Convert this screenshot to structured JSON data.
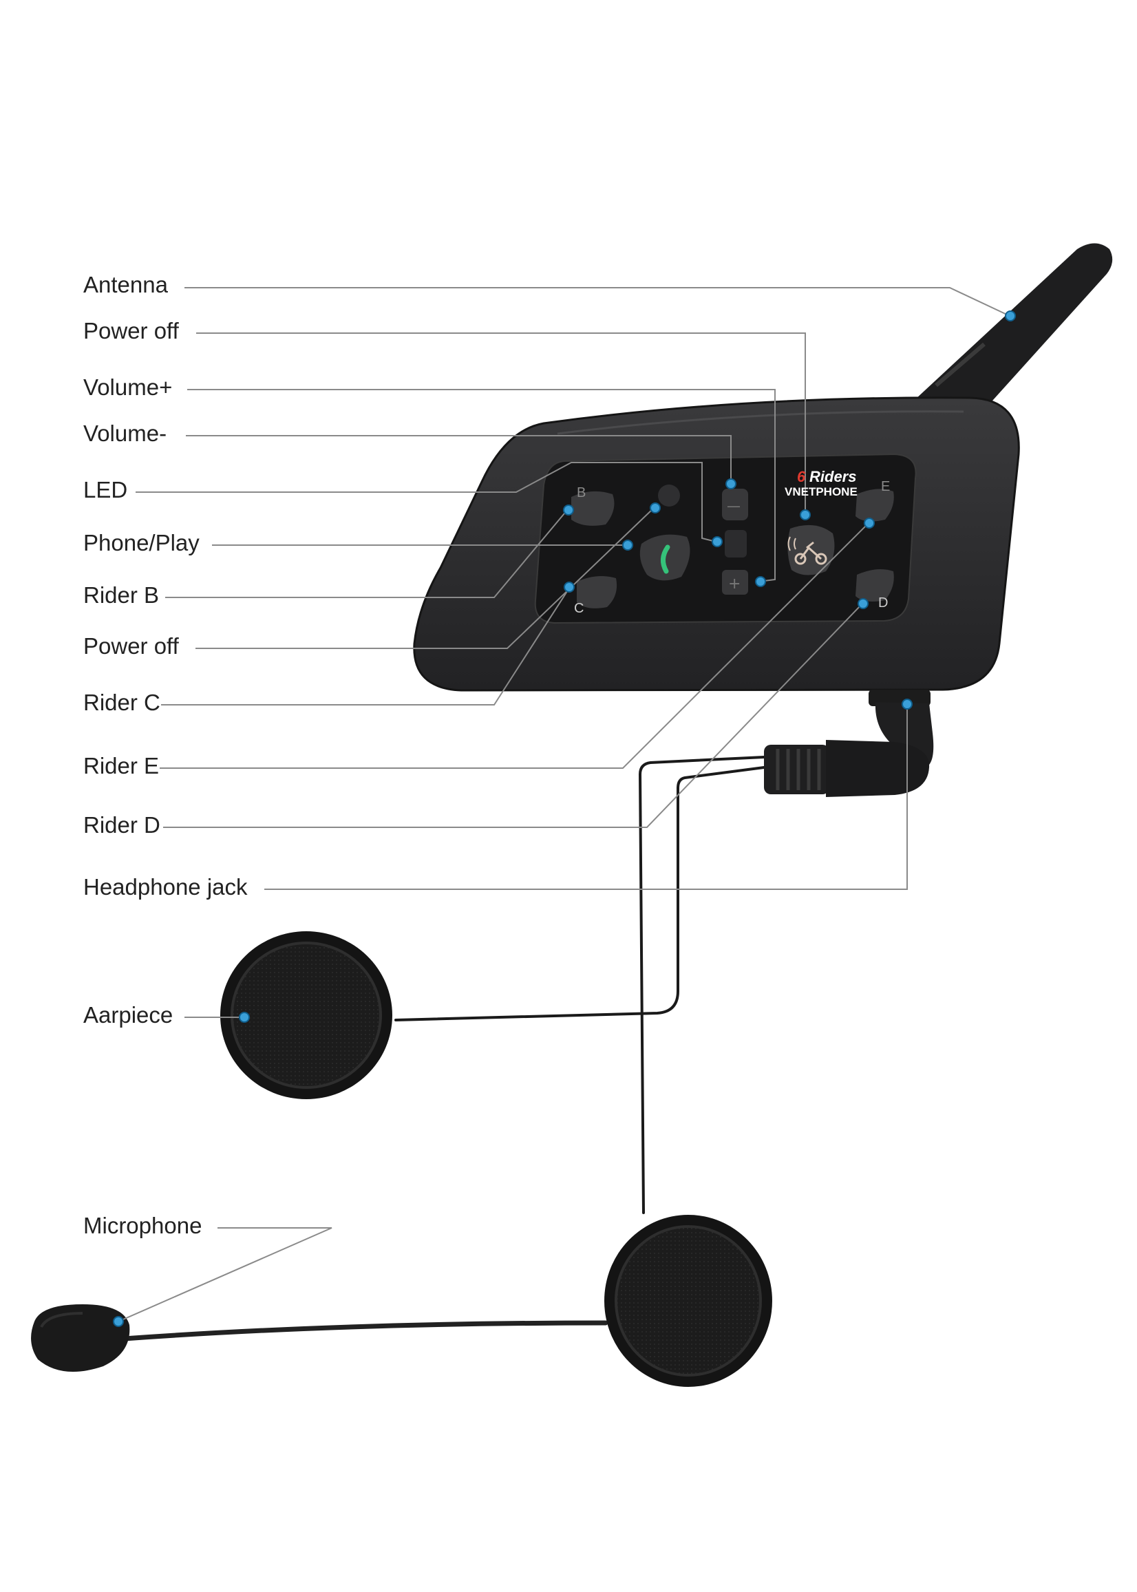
{
  "labels": {
    "antenna": "Antenna",
    "power_off_1": "Power off",
    "volume_plus": "Volume+",
    "volume_minus": "Volume-",
    "led": "LED",
    "phone_play": "Phone/Play",
    "rider_b": "Rider B",
    "power_off_2": "Power off",
    "rider_c": "Rider C",
    "rider_e": "Rider E",
    "rider_d": "Rider D",
    "headphone_jack": "Headphone jack",
    "earpiece": "Aarpiece",
    "microphone": "Microphone"
  },
  "device": {
    "brand_number": "6",
    "brand_riders": "Riders",
    "brand_name": "VNETPHONE",
    "button_b": "B",
    "button_c": "C",
    "button_d": "D",
    "button_e": "E",
    "vol_minus_glyph": "—",
    "vol_plus_glyph": "+"
  },
  "colors": {
    "marker": "#3a9fd8",
    "leader_line": "#8a8a8a",
    "device_body": "#2b2b2d",
    "phone_icon": "#35c27a",
    "brand_red": "#e03a2f"
  }
}
